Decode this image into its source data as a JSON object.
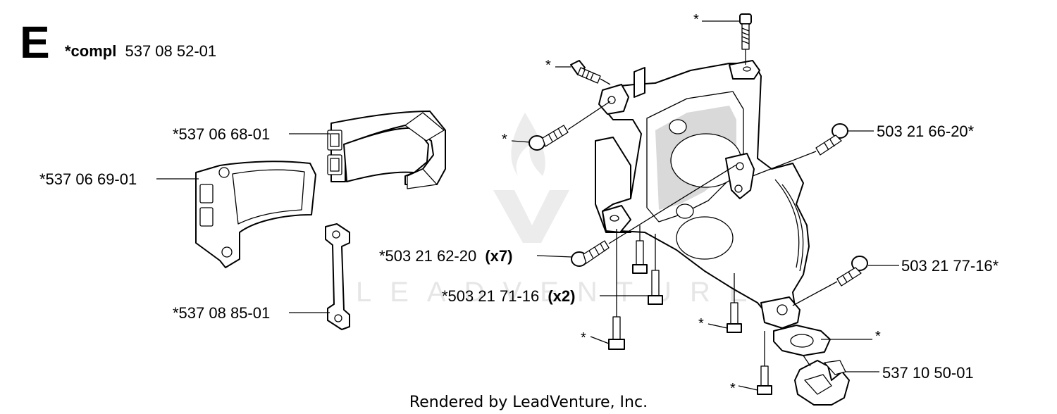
{
  "section": {
    "letter": "E",
    "compl_prefix": "*compl",
    "compl_number": "537 08 52-01"
  },
  "watermark": {
    "text": "LEADVENTURE",
    "icon": "leadventure-flame-logo"
  },
  "labels": {
    "l_537_06_68": "*537 06 68-01",
    "l_537_06_69": "*537 06 69-01",
    "l_537_08_85": "*537 08 85-01",
    "l_503_21_66": "503 21 66-20*",
    "l_503_21_62": "*503 21 62-20",
    "l_503_21_62_qty": "(x7)",
    "l_503_21_71": "*503 21 71-16",
    "l_503_21_71_qty": "(x2)",
    "l_503_21_77": "503 21 77-16*",
    "l_537_10_50": "537 10 50-01"
  },
  "stars": {
    "top": "*",
    "upper_left": "*",
    "left_bolt": "*",
    "bottom_left": "*",
    "bottom_mid": "*",
    "bottom": "*",
    "right": "*"
  },
  "footer": {
    "rendered_by": "Rendered by LeadVenture, Inc."
  }
}
